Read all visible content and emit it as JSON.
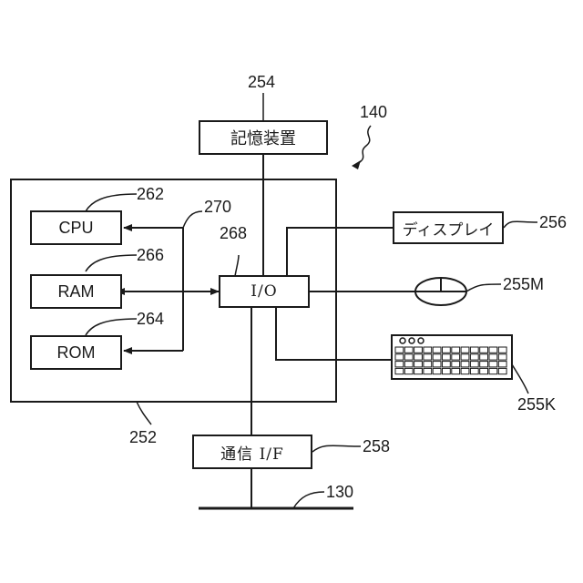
{
  "diagram": {
    "system_ref": "140",
    "computer": {
      "ref": "252"
    },
    "storage": {
      "label": "記憶装置",
      "ref": "254"
    },
    "cpu": {
      "label": "CPU",
      "ref": "262"
    },
    "ram": {
      "label": "RAM",
      "ref": "266"
    },
    "rom": {
      "label": "ROM",
      "ref": "264"
    },
    "io": {
      "label": "I/O",
      "ref": "268"
    },
    "bus": {
      "ref": "270"
    },
    "display": {
      "label": "ディスプレイ",
      "ref": "256"
    },
    "mouse": {
      "ref": "255M"
    },
    "keyboard": {
      "ref": "255K"
    },
    "comm_if": {
      "label": "通信 I/F",
      "ref": "258"
    },
    "network": {
      "ref": "130"
    }
  }
}
